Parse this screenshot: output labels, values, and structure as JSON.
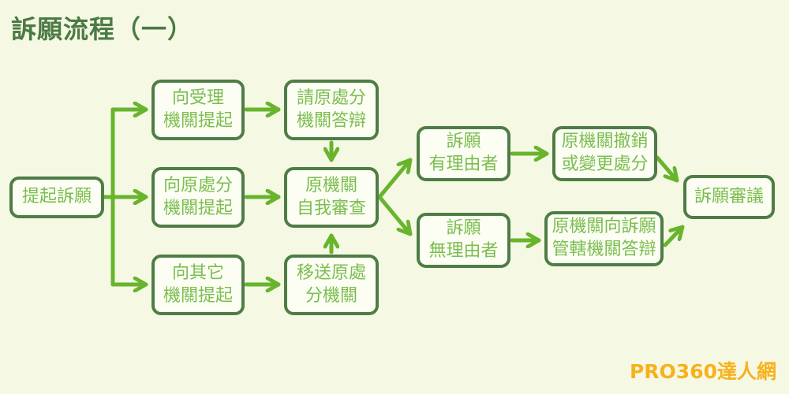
{
  "title": "訴願流程（一）",
  "watermark": "PRO360達人網",
  "colors": {
    "background": "#f5f9e4",
    "box_border": "#4f7d45",
    "box_fill": "#fcfef4",
    "box_text": "#7cbd4f",
    "arrow": "#68b42d",
    "title_color": "#4c7a44",
    "watermark_color": "#f8b11d"
  },
  "nodes": {
    "file_appeal": {
      "line1": "提起訴願"
    },
    "to_accepting_agency": {
      "line1": "向受理",
      "line2": "機關提起"
    },
    "request_original_agency_reply": {
      "line1": "請原處分",
      "line2": "機關答辯"
    },
    "to_original_agency": {
      "line1": "向原處分",
      "line2": "機關提起"
    },
    "original_agency_self_review": {
      "line1": "原機關",
      "line2": "自我審查"
    },
    "to_other_agency": {
      "line1": "向其它",
      "line2": "機關提起"
    },
    "transfer_to_original_agency": {
      "line1": "移送原處",
      "line2": "分機關"
    },
    "appeal_justified": {
      "line1": "訴願",
      "line2": "有理由者"
    },
    "revoke_or_change_disposition": {
      "line1": "原機關撤銷",
      "line2": "或變更處分"
    },
    "appeal_unjustified": {
      "line1": "訴願",
      "line2": "無理由者"
    },
    "answer_to_appeal_authority": {
      "line1": "原機關向訴願",
      "line2": "管轄機關答辯"
    },
    "appeal_review": {
      "line1": "訴願審議"
    }
  },
  "edges": [
    {
      "from": "file_appeal",
      "to": "to_accepting_agency"
    },
    {
      "from": "file_appeal",
      "to": "to_original_agency"
    },
    {
      "from": "file_appeal",
      "to": "to_other_agency"
    },
    {
      "from": "to_accepting_agency",
      "to": "request_original_agency_reply"
    },
    {
      "from": "request_original_agency_reply",
      "to": "original_agency_self_review"
    },
    {
      "from": "to_original_agency",
      "to": "original_agency_self_review"
    },
    {
      "from": "to_other_agency",
      "to": "transfer_to_original_agency"
    },
    {
      "from": "transfer_to_original_agency",
      "to": "original_agency_self_review"
    },
    {
      "from": "original_agency_self_review",
      "to": "appeal_justified"
    },
    {
      "from": "original_agency_self_review",
      "to": "appeal_unjustified"
    },
    {
      "from": "appeal_justified",
      "to": "revoke_or_change_disposition"
    },
    {
      "from": "appeal_unjustified",
      "to": "answer_to_appeal_authority"
    },
    {
      "from": "revoke_or_change_disposition",
      "to": "appeal_review"
    },
    {
      "from": "answer_to_appeal_authority",
      "to": "appeal_review"
    }
  ]
}
